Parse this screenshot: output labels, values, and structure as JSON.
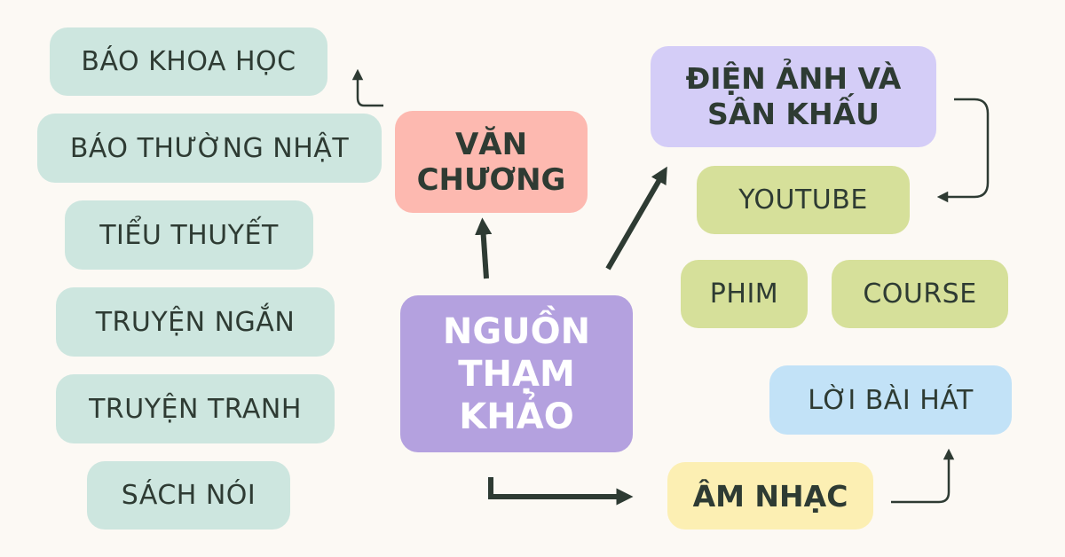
{
  "center": {
    "line1": "NGUỒN",
    "line2": "THẠM",
    "line3": "KHẢO"
  },
  "literature": {
    "title_line1": "VĂN",
    "title_line2": "CHƯƠNG",
    "items": [
      "BÁO KHOA HỌC",
      "BÁO THƯỜNG NHẬT",
      "TIỂU THUYẾT",
      "TRUYỆN NGẮN",
      "TRUYỆN TRANH",
      "SÁCH NÓI"
    ]
  },
  "film": {
    "title_line1": "ĐIỆN ẢNH VÀ",
    "title_line2": "SÂN KHẤU",
    "items": [
      "YOUTUBE",
      "PHIM",
      "COURSE"
    ]
  },
  "music": {
    "title": "ÂM NHẠC",
    "items": [
      "LỜI BÀI HÁT"
    ]
  },
  "colors": {
    "background": "#fcf9f4",
    "center": "#b4a1df",
    "literature": "#fdb9b0",
    "literature_items": "#cde6df",
    "film": "#d4cdf7",
    "film_items": "#d6e09a",
    "music": "#fcefb3",
    "music_items": "#c2e2f7",
    "arrow": "#2e3b33"
  }
}
